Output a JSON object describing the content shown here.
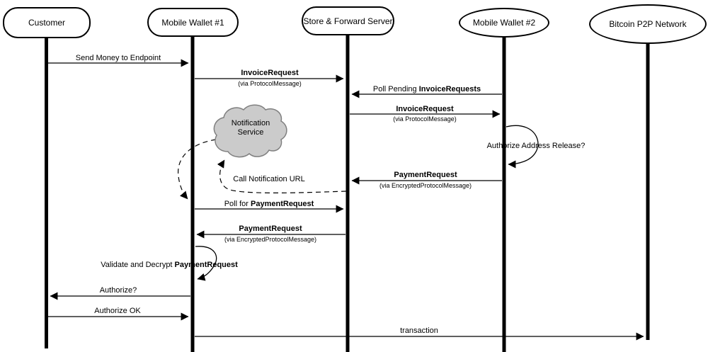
{
  "diagram": {
    "colors": {
      "background": "#ffffff",
      "line": "#000000",
      "cloud_fill": "#cbcbcb",
      "cloud_border": "#7f7f7f"
    },
    "actors": {
      "customer": "Customer",
      "wallet1": "Mobile Wallet #1",
      "server": "Store & Forward Server",
      "wallet2": "Mobile Wallet #2",
      "bitcoin": "Bitcoin P2P Network"
    },
    "cloud": {
      "line1": "Notification",
      "line2": "Service"
    },
    "messages": {
      "send_money": "Send Money to Endpoint",
      "invoice_request_1": {
        "title": "InvoiceRequest",
        "via": "(via ProtocolMessage)"
      },
      "poll_pending": {
        "prefix": "Poll Pending ",
        "bold": "InvoiceRequests"
      },
      "invoice_request_2": {
        "title": "InvoiceRequest",
        "via": "(via ProtocolMessage)"
      },
      "authorize_release": "Authorize Address Release?",
      "payment_request_1": {
        "title": "PaymentRequest",
        "via": "(via EncryptedProtocolMessage)"
      },
      "call_notification": "Call Notification URL",
      "poll_payment": {
        "prefix": "Poll for ",
        "bold": "PaymentRequest"
      },
      "payment_request_2": {
        "title": "PaymentRequest",
        "via": "(via EncryptedProtocolMessage)"
      },
      "validate_decrypt": {
        "prefix": "Validate and Decrypt ",
        "bold": "PaymentRequest"
      },
      "authorize_q": "Authorize?",
      "authorize_ok": "Authorize OK",
      "transaction": "transaction"
    }
  }
}
